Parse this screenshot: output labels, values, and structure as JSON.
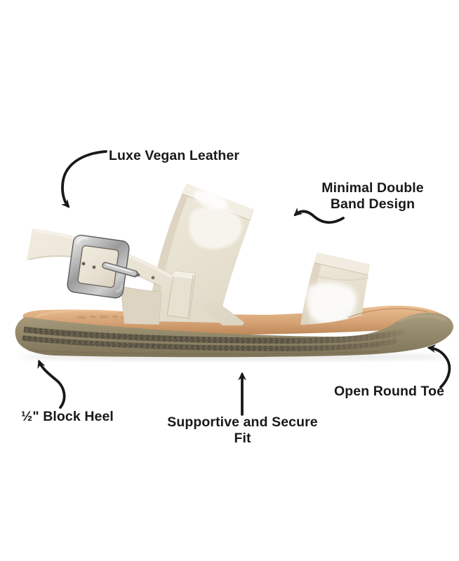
{
  "image": {
    "background": "#ffffff",
    "subject": "Cream double-band flat slingback sandal with silver buckle, side view",
    "colors": {
      "strap": "#e8e1d2",
      "strap_highlight": "#f8f6ef",
      "strap_edge": "#d8cfbc",
      "insole": "#d6a377",
      "sole": "#998d6f",
      "sole_texture": "#5f574a",
      "buckle": "#b9b9b9",
      "label_text": "#191919",
      "arrow": "#191919"
    }
  },
  "callouts": {
    "vegan_leather": {
      "label": "Luxe Vegan Leather"
    },
    "double_band": {
      "line1": "Minimal Double",
      "line2": "Band Design"
    },
    "block_heel": {
      "label": "½\" Block Heel"
    },
    "secure_fit": {
      "label": "Supportive and Secure Fit"
    },
    "round_toe": {
      "label": "Open Round Toe"
    }
  }
}
